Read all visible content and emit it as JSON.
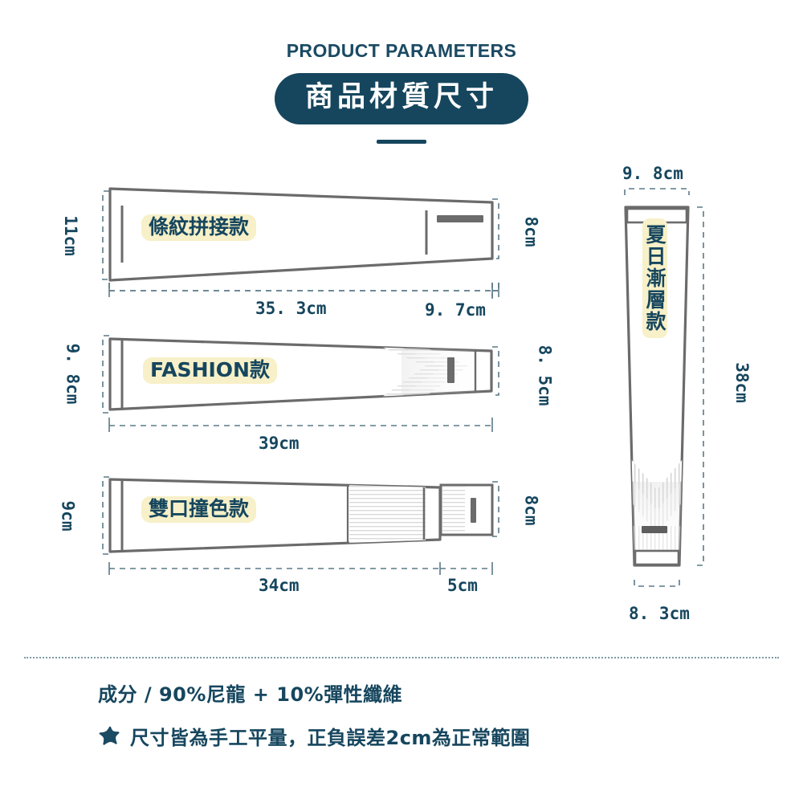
{
  "header": {
    "eyebrow": "PRODUCT PARAMETERS",
    "badge_title": "商品材質尺寸",
    "accent_color": "#16465e",
    "highlight_color": "#f7f0c8"
  },
  "products": [
    {
      "name": "條紋拼接款",
      "height_left": "11cm",
      "height_right": "8cm",
      "length_main": "35. 3cm",
      "length_cuff": "9. 7cm"
    },
    {
      "name": "FASHION款",
      "height_left": "9. 8cm",
      "height_right": "8. 5cm",
      "length_main": "39cm",
      "length_cuff": ""
    },
    {
      "name": "雙口撞色款",
      "height_left": "9cm",
      "height_right": "8cm",
      "length_main": "34cm",
      "length_cuff": "5cm"
    }
  ],
  "vertical_product": {
    "name": "夏日漸層款",
    "width_top": "9. 8cm",
    "width_bottom": "8. 3cm",
    "length": "38cm"
  },
  "footer": {
    "material_line": "成分 / 90%尼龍 + 10%彈性纖維",
    "note_line": "尺寸皆為手工平量，正負誤差2cm為正常範圍",
    "note_icon": "star-icon"
  }
}
